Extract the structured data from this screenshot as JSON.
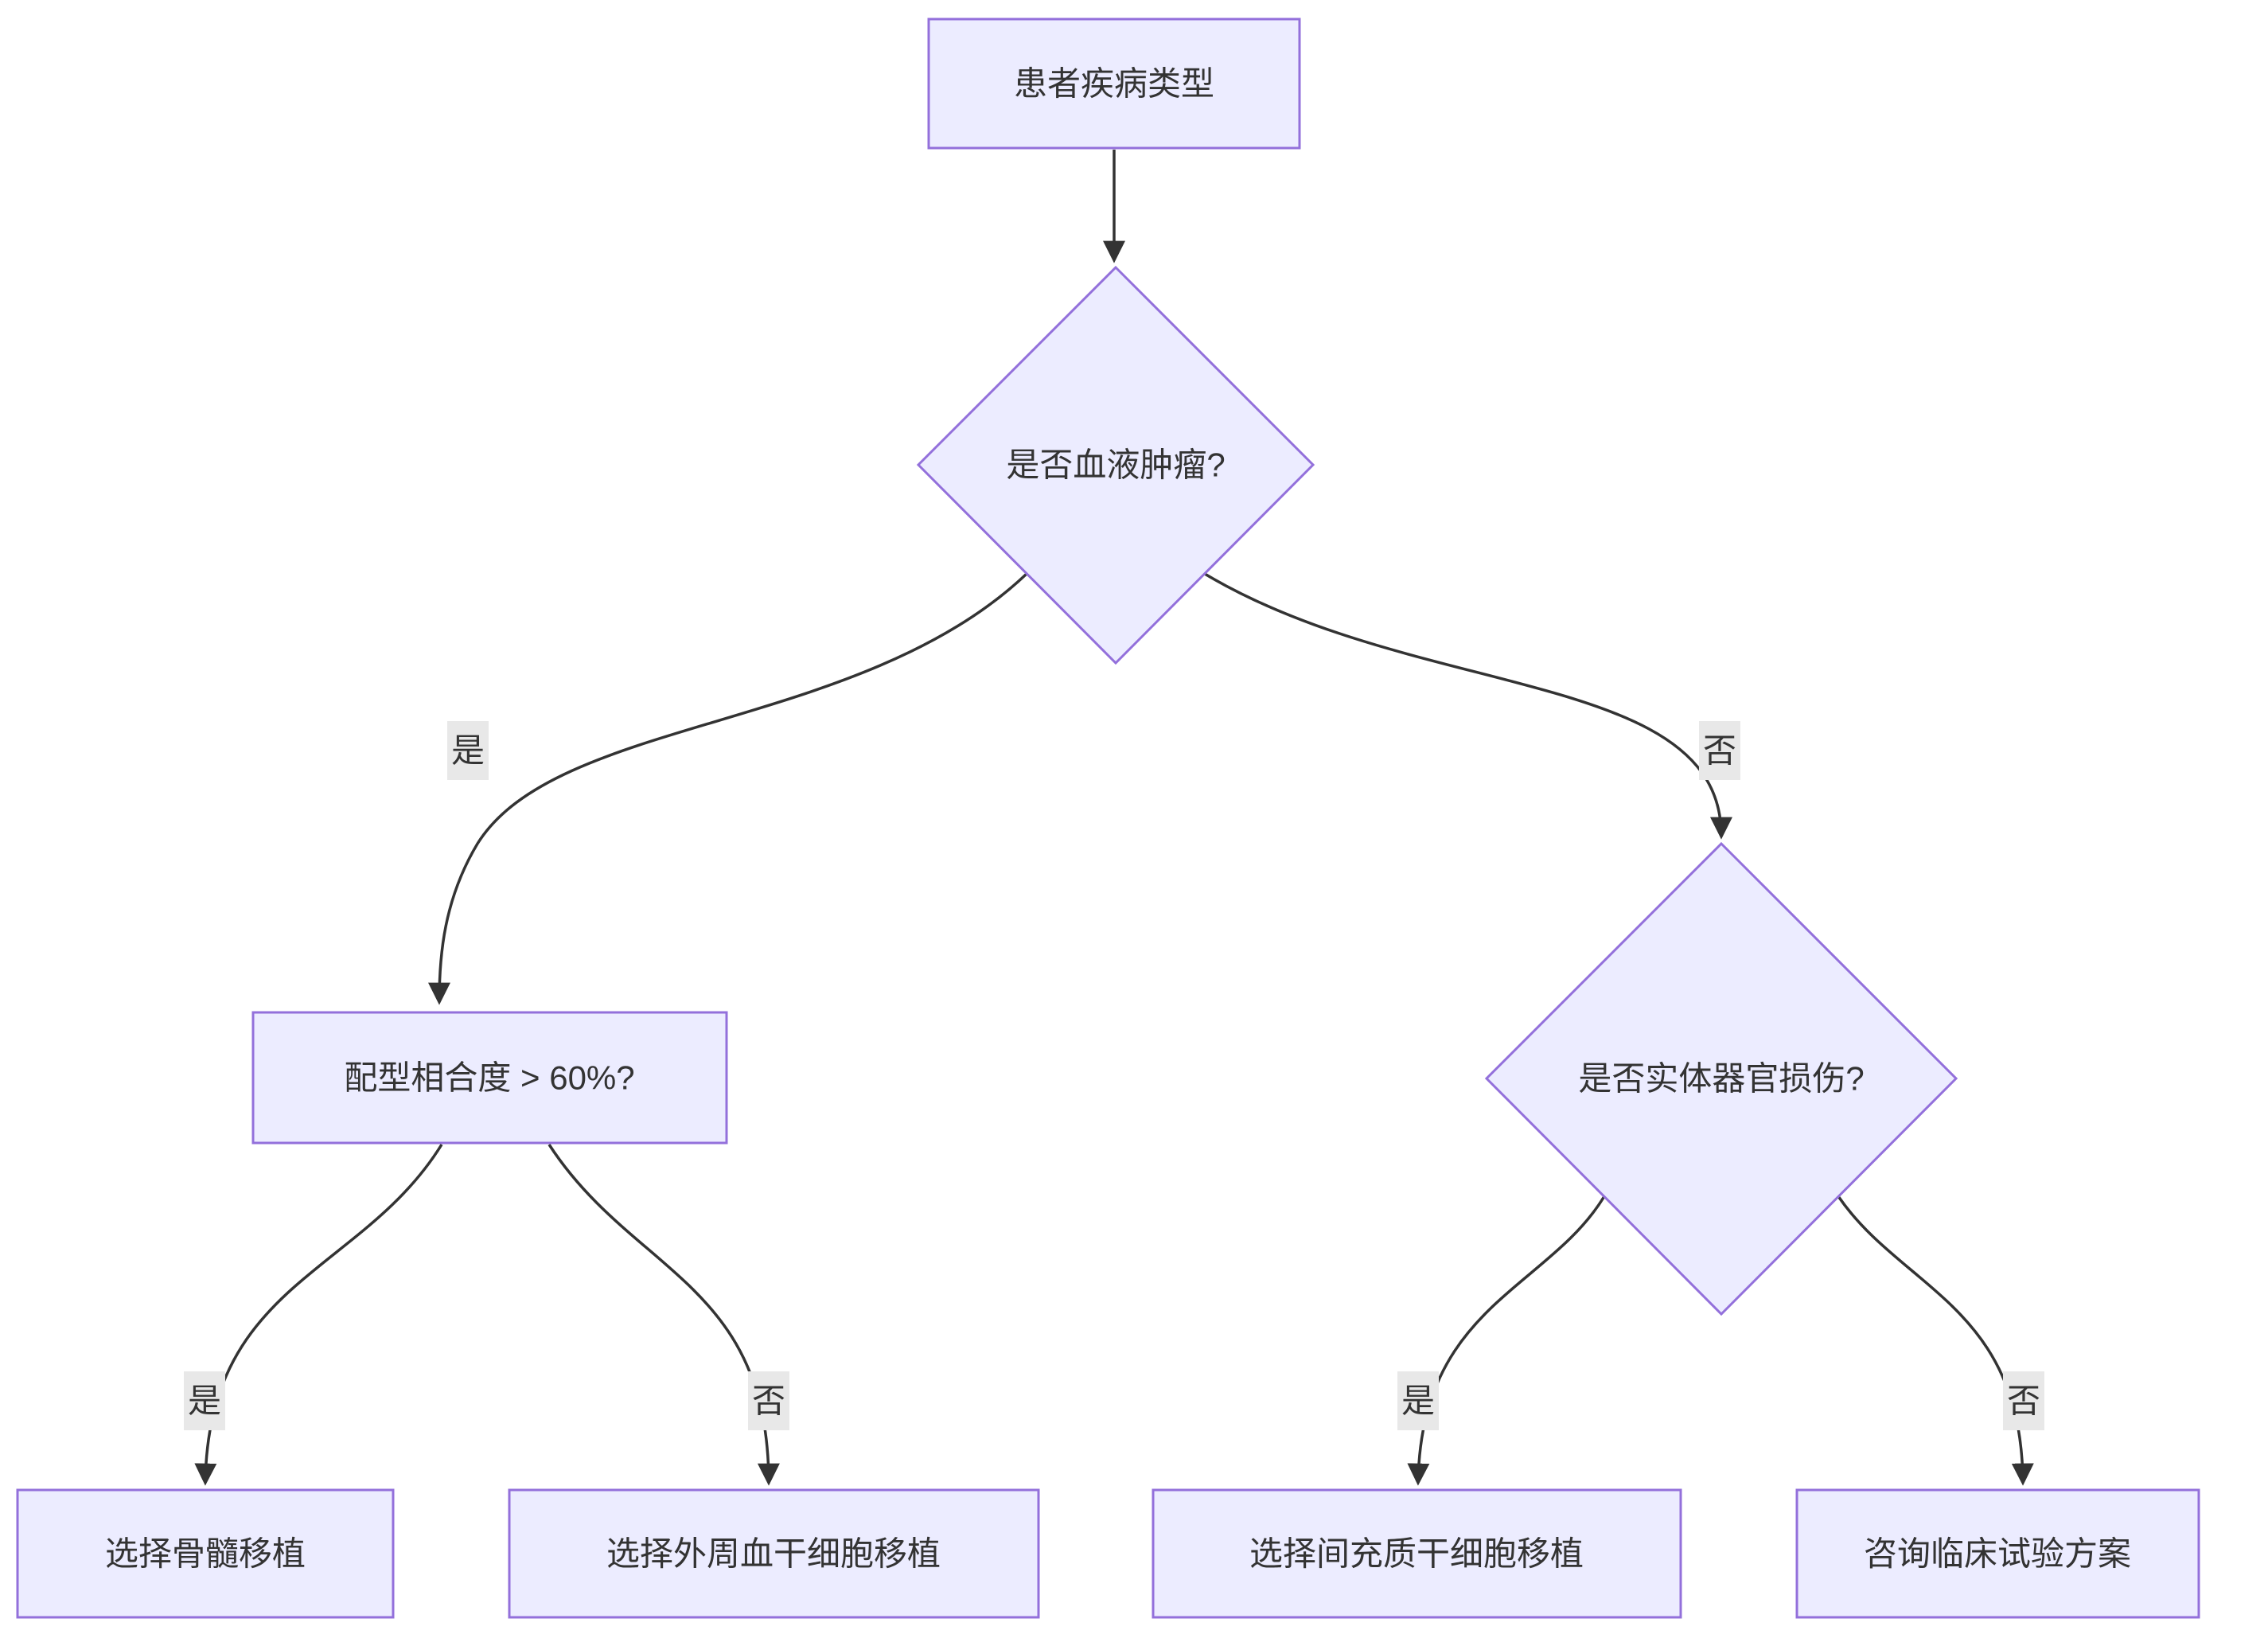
{
  "diagram": {
    "type": "flowchart-decision-tree",
    "direction": "top-down",
    "colors": {
      "background": "#ffffff",
      "node_fill": "#ECECFF",
      "node_border": "#9370DB",
      "edge_stroke": "#333333",
      "text": "#333333",
      "edge_label_bg": "#e8e8e8"
    },
    "nodes": [
      {
        "id": "A",
        "shape": "rect",
        "label": "患者疾病类型"
      },
      {
        "id": "B",
        "shape": "diamond",
        "label": "是否血液肿瘤?"
      },
      {
        "id": "C",
        "shape": "rect",
        "label": "配型相合度 > 60%?"
      },
      {
        "id": "D",
        "shape": "diamond",
        "label": "是否实体器官损伤?"
      },
      {
        "id": "E",
        "shape": "rect",
        "label": "选择骨髓移植"
      },
      {
        "id": "F",
        "shape": "rect",
        "label": "选择外周血干细胞移植"
      },
      {
        "id": "G",
        "shape": "rect",
        "label": "选择间充质干细胞移植"
      },
      {
        "id": "H",
        "shape": "rect",
        "label": "咨询临床试验方案"
      }
    ],
    "edges": [
      {
        "from": "患者疾病类型",
        "to": "是否血液肿瘤?",
        "label": ""
      },
      {
        "from": "是否血液肿瘤?",
        "to": "配型相合度 > 60%?",
        "label": "是"
      },
      {
        "from": "是否血液肿瘤?",
        "to": "是否实体器官损伤?",
        "label": "否"
      },
      {
        "from": "配型相合度 > 60%?",
        "to": "选择骨髓移植",
        "label": "是"
      },
      {
        "from": "配型相合度 > 60%?",
        "to": "选择外周血干细胞移植",
        "label": "否"
      },
      {
        "from": "是否实体器官损伤?",
        "to": "选择间充质干细胞移植",
        "label": "是"
      },
      {
        "from": "是否实体器官损伤?",
        "to": "咨询临床试验方案",
        "label": "否"
      }
    ]
  }
}
